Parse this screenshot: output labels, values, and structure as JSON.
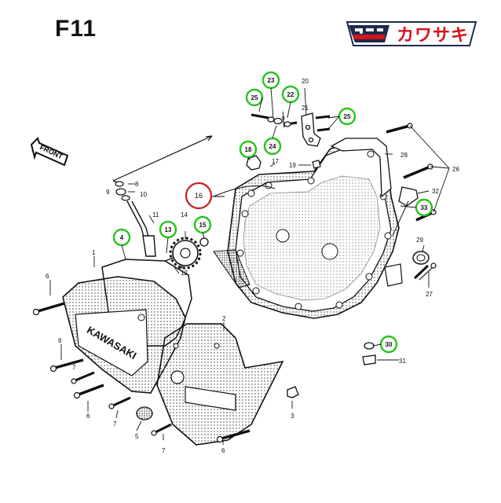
{
  "page": {
    "title": "F11"
  },
  "brand": {
    "text": "カワサキ",
    "colors": {
      "red": "#d4141c",
      "navy": "#1d2a4a"
    }
  },
  "arrow_label": "FRONT",
  "cover_logo": "KAWASAKI",
  "callouts": {
    "green": [
      "4",
      "13",
      "15",
      "18",
      "22",
      "23",
      "24",
      "25",
      "25",
      "30",
      "33"
    ],
    "red": [
      "16"
    ],
    "colors": {
      "green": "#25c41a",
      "red": "#cc1f1f"
    }
  },
  "labels": [
    "1",
    "2",
    "3",
    "5",
    "6",
    "6",
    "6",
    "6",
    "7",
    "7",
    "7",
    "8",
    "9",
    "10",
    "11",
    "12",
    "14",
    "17",
    "19",
    "20",
    "21",
    "26",
    "27",
    "28",
    "29",
    "31",
    "32"
  ]
}
